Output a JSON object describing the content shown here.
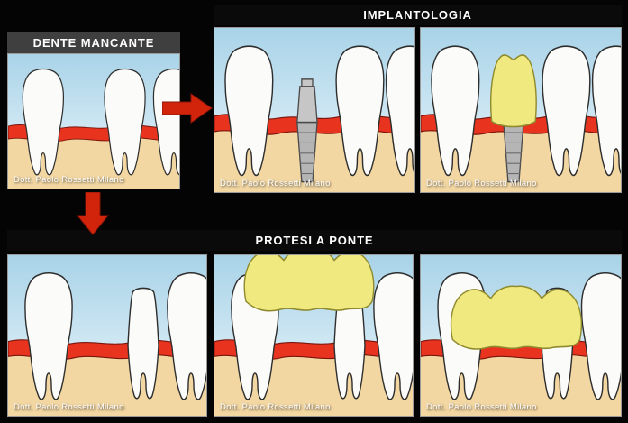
{
  "sections": {
    "missing": {
      "title": "DENTE MANCANTE"
    },
    "implantology": {
      "title": "IMPLANTOLOGIA"
    },
    "bridge": {
      "title": "PROTESI A PONTE"
    }
  },
  "watermark": "Dott. Paolo Rossetti Milano",
  "colors": {
    "background": "#040404",
    "header_gray": "#3f3f3f",
    "title_text": "#ffffff",
    "arrow_red": "#d2230b",
    "gingiva_red": "#e8341f",
    "gum_tan": "#f3d7a2",
    "sky_blue_top": "#a9d3e8",
    "sky_blue_bottom": "#edf7fc",
    "tooth_white": "#fbfbf9",
    "crown_yellow": "#efe97f",
    "implant_gray": "#b9b9b9"
  }
}
